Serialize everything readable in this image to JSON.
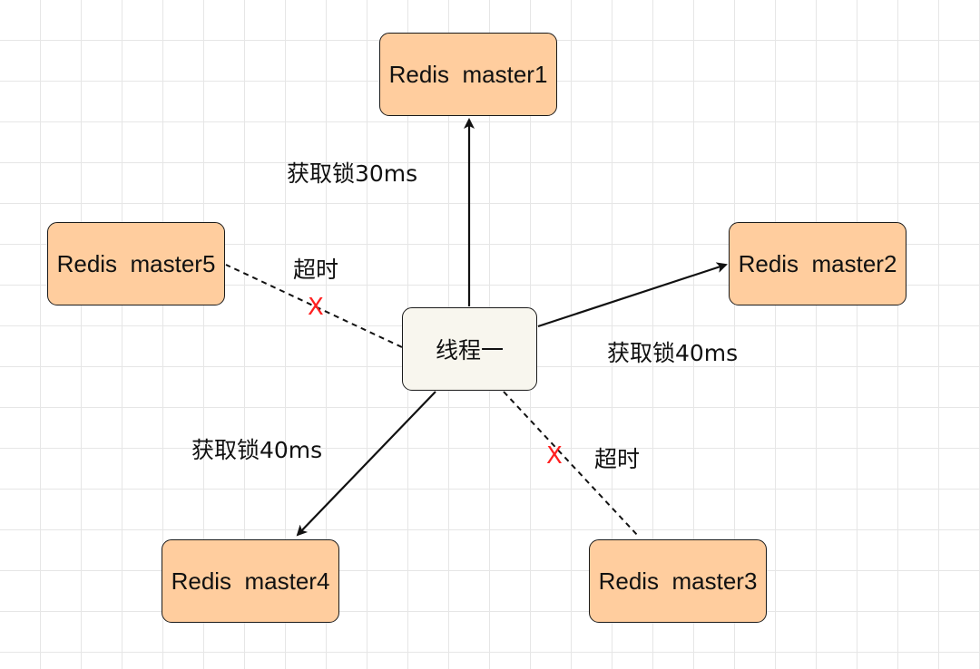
{
  "nodes": {
    "thread": "线程一",
    "master1": "Redis  master1",
    "master2": "Redis  master2",
    "master3": "Redis  master3",
    "master4": "Redis  master4",
    "master5": "Redis  master5"
  },
  "edges": {
    "master1_label": "获取锁30ms",
    "master2_label": "获取锁40ms",
    "master4_label": "获取锁40ms",
    "master5_label": "超时",
    "master3_label": "超时",
    "fail_mark": "X"
  },
  "colors": {
    "master_fill": "#ffcd9e",
    "thread_fill": "#f8f6ee",
    "fail_mark": "#ff2020"
  }
}
